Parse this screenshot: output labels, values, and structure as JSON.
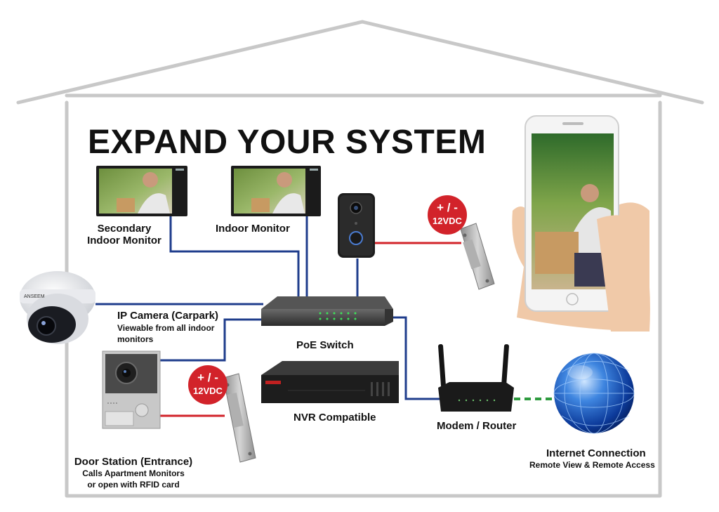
{
  "title": "EXPAND YOUR SYSTEM",
  "colors": {
    "house_outline": "#c8c8c8",
    "poe_line": "#1f3d8c",
    "power_line": "#d2232a",
    "internet_line": "#2e9b3f",
    "badge": "#d2232a"
  },
  "devices": {
    "secondary_monitor": {
      "label_line1": "Secondary",
      "label_line2": "Indoor Monitor"
    },
    "indoor_monitor": {
      "label": "Indoor Monitor"
    },
    "ip_camera": {
      "label": "IP Camera (Carpark)",
      "sub1": "Viewable from all indoor",
      "sub2": "monitors"
    },
    "poe_switch": {
      "label": "PoE Switch"
    },
    "nvr": {
      "label": "NVR Compatible"
    },
    "router": {
      "label": "Modem / Router"
    },
    "internet": {
      "label": "Internet Connection",
      "sub": "Remote View & Remote Access"
    },
    "door_station": {
      "label": "Door Station (Entrance)",
      "sub1": "Calls Apartment Monitors",
      "sub2": "or open with RFID card"
    }
  },
  "badges": [
    {
      "line1": "+ / -",
      "line2": "12VDC"
    },
    {
      "line1": "+ / -",
      "line2": "12VDC"
    }
  ]
}
